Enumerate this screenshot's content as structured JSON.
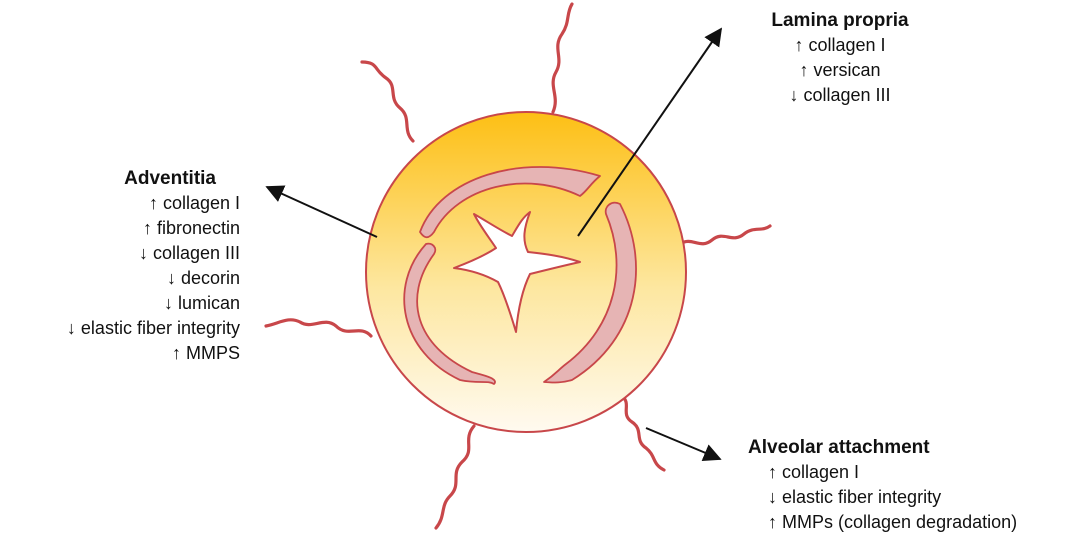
{
  "colors": {
    "gradient_top": "#fdbf14",
    "gradient_bottom": "#fffaf0",
    "outline": "#c8474a",
    "membrane_fill": "#e6b4b4",
    "arrow": "#111111"
  },
  "lamina_propria": {
    "title": "Lamina propria",
    "items": [
      "↑ collagen I",
      "↑ versican",
      "↓ collagen III"
    ]
  },
  "adventitia": {
    "title": "Adventitia",
    "items": [
      "↑ collagen I",
      "↑ fibronectin",
      "↓ collagen III",
      "↓ decorin",
      "↓ lumican",
      "↓ elastic fiber integrity",
      "↑ MMPS"
    ]
  },
  "alveolar_attachment": {
    "title": "Alveolar attachment",
    "items": [
      "↑ collagen I",
      "↓ elastic fiber integrity",
      "↑ MMPs (collagen degradation)"
    ]
  }
}
